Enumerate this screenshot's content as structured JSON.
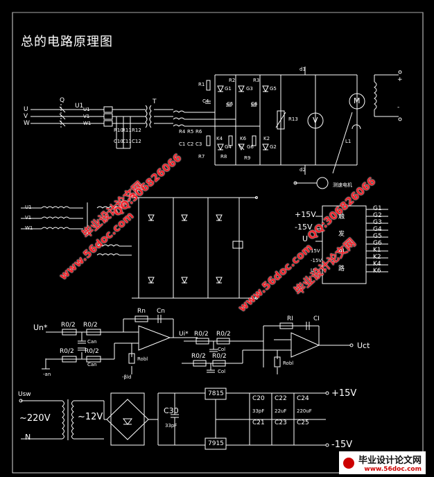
{
  "title": "总的电路原理图",
  "power_circuit": {
    "input_phases": [
      "U",
      "V",
      "W"
    ],
    "switch": "Q",
    "ct": "U1",
    "ct_taps": [
      "U1",
      "V1",
      "W1"
    ],
    "transformer": "T",
    "snubbers": [
      "R10",
      "R11",
      "R12",
      "C10",
      "C11",
      "C12"
    ],
    "upper_scr": [
      "R1",
      "R2",
      "R3",
      "G1",
      "G3",
      "G5",
      "C4",
      "C5",
      "C6"
    ],
    "lower_scr": [
      "R4",
      "R5",
      "R6",
      "C1",
      "C2",
      "C3",
      "K4",
      "K6",
      "K2",
      "R7",
      "R8",
      "R9",
      "G4",
      "G6",
      "G2"
    ],
    "dc_bus": [
      "d1",
      "d2"
    ],
    "varistor": "R13",
    "meter": "V",
    "motor": "M",
    "inductor": "L1",
    "tacho": "测速电机",
    "field_terminals": [
      "+",
      "-"
    ]
  },
  "trigger_panel": {
    "inputs": [
      "U1",
      "V1",
      "W1"
    ],
    "plus15": "+15V",
    "minus15": "-15V",
    "u_label": "U",
    "supply_labels": [
      "15V",
      "-15V",
      "Ui"
    ],
    "block_text": [
      "触",
      "发",
      "电",
      "路"
    ],
    "outputs": [
      "G1",
      "G2",
      "G3",
      "G4",
      "G5",
      "G6",
      "K1",
      "K2",
      "K4",
      "K6"
    ]
  },
  "regulator": {
    "in_label": "Un*",
    "r1": "R0/2",
    "r2": "R0/2",
    "r3": "R0/2",
    "r4": "R0/2",
    "can1": "Can",
    "can2": "Can",
    "rn": "Rn",
    "cn": "Cn",
    "robl1": "Robl",
    "fb1": "-βld",
    "fb2": "-an",
    "ui_label": "Ui*",
    "r5": "R0/2",
    "r6": "R0/2",
    "r7": "R0/2",
    "r8": "R0/2",
    "col1": "Col",
    "col2": "Col",
    "ri": "RI",
    "ci": "CI",
    "robl2": "Robl",
    "out": "Uct"
  },
  "supply": {
    "usw": "Usw",
    "mains": "~220V",
    "n": "N",
    "secondary": "~12V",
    "c30": "C30",
    "c30_val": "33pF",
    "reg_pos": "7815",
    "reg_neg": "7915",
    "caps_top": [
      "C20",
      "C22",
      "C24"
    ],
    "caps_bot": [
      "C21",
      "C23",
      "C25"
    ],
    "cap_vals": [
      "33pF",
      "22uF",
      "220uF"
    ],
    "vpos": "+15V",
    "vneg": "-15V"
  },
  "watermark": {
    "brand": "毕业设计论文网",
    "site": "www.56doc.com",
    "qq": "QQ:306826066"
  },
  "logo": {
    "text": "毕业设计论文网",
    "url": "www.56doc.com"
  }
}
